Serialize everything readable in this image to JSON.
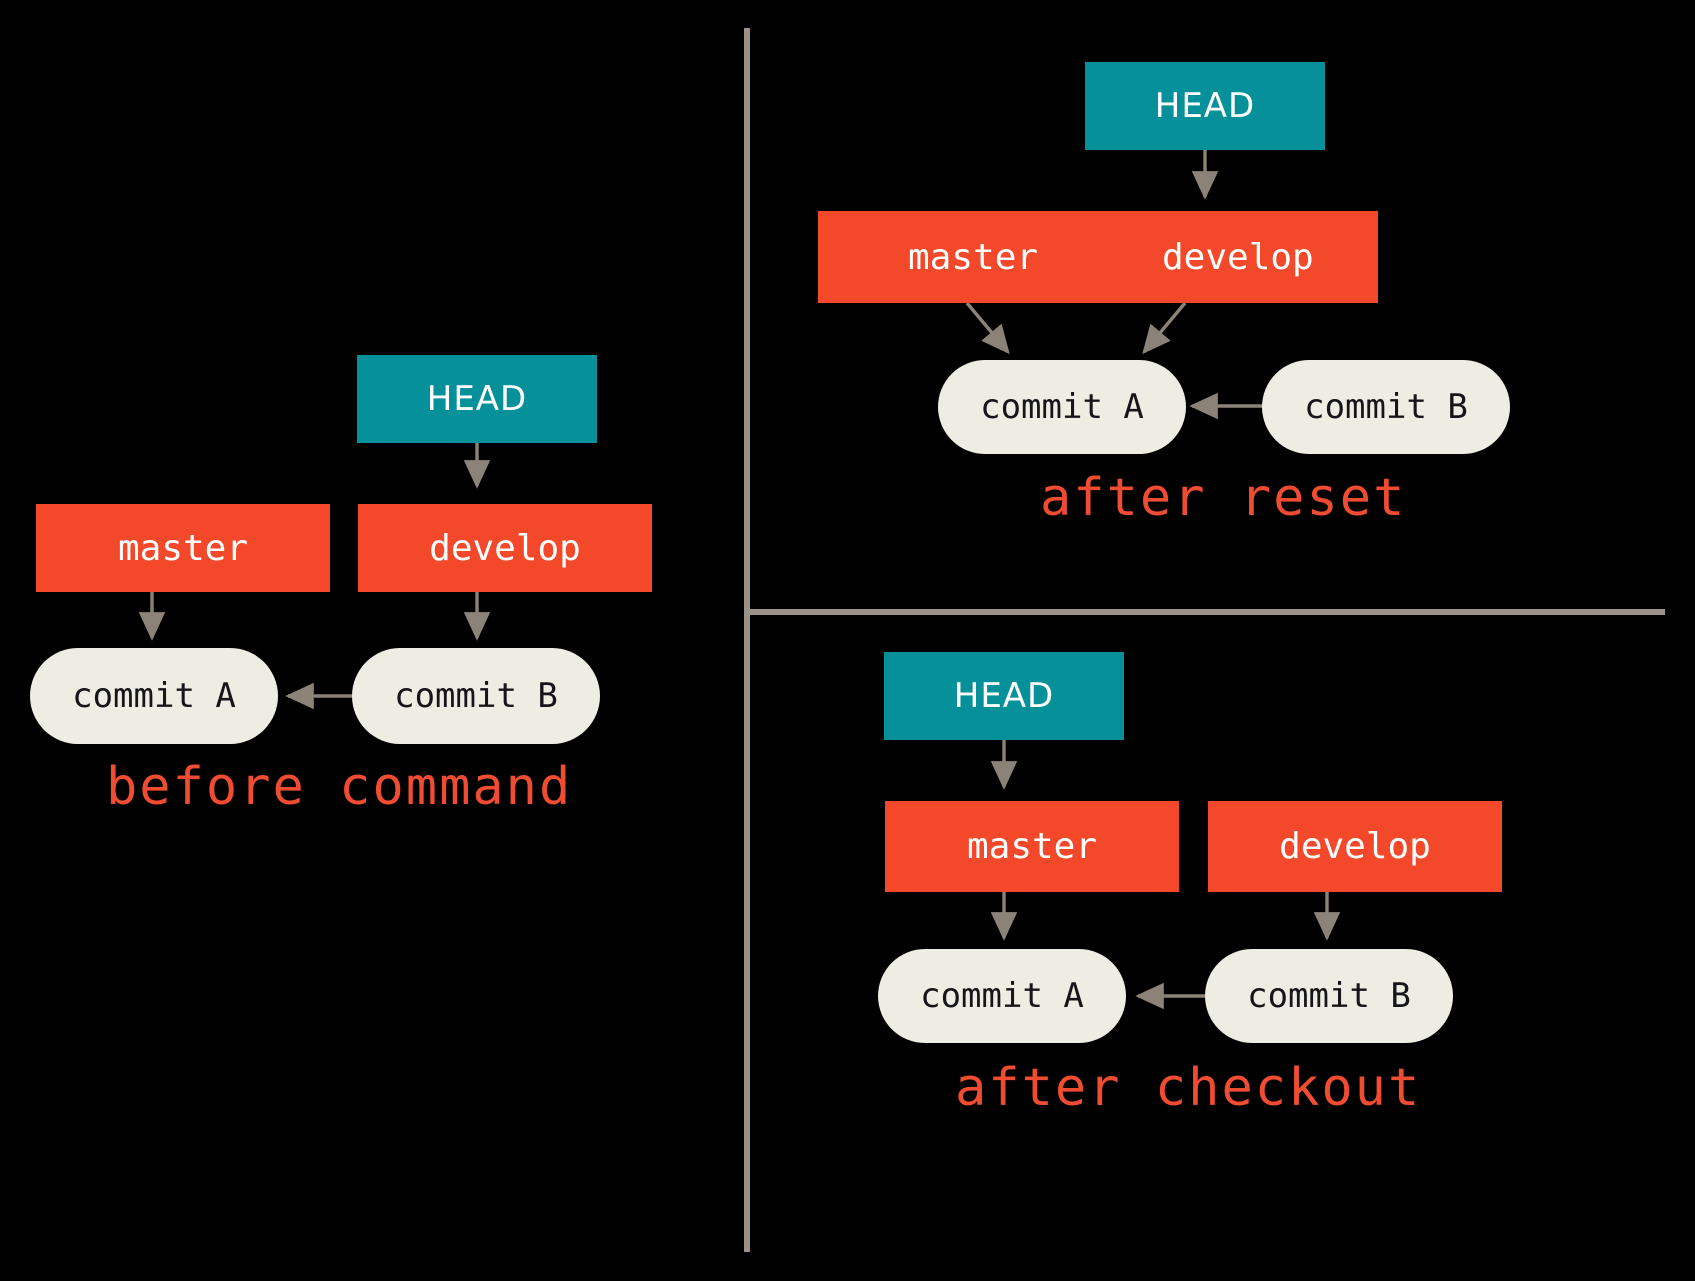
{
  "diagram": {
    "title": "git reset versus git checkout branch pointer movement",
    "background_color": "#000000",
    "colors": {
      "head": "#069099",
      "branch": "#F4482A",
      "commit": "#EDEDE3",
      "arrow": "#8B8278",
      "divider": "#9A9187",
      "caption": "#F04C32",
      "light_text": "#FFFFFF",
      "dark_text": "#16161A"
    }
  },
  "panels": {
    "before": {
      "caption": "before command",
      "head": {
        "label": "HEAD"
      },
      "branches": [
        {
          "label": "master"
        },
        {
          "label": "develop"
        }
      ],
      "commits": [
        {
          "label": "commit A"
        },
        {
          "label": "commit B"
        }
      ]
    },
    "after_reset": {
      "caption": "after reset",
      "head": {
        "label": "HEAD"
      },
      "branches": [
        {
          "label": "master"
        },
        {
          "label": "develop"
        }
      ],
      "commits": [
        {
          "label": "commit A"
        },
        {
          "label": "commit B"
        }
      ]
    },
    "after_checkout": {
      "caption": "after checkout",
      "head": {
        "label": "HEAD"
      },
      "branches": [
        {
          "label": "master"
        },
        {
          "label": "develop"
        }
      ],
      "commits": [
        {
          "label": "commit A"
        },
        {
          "label": "commit B"
        }
      ]
    }
  }
}
